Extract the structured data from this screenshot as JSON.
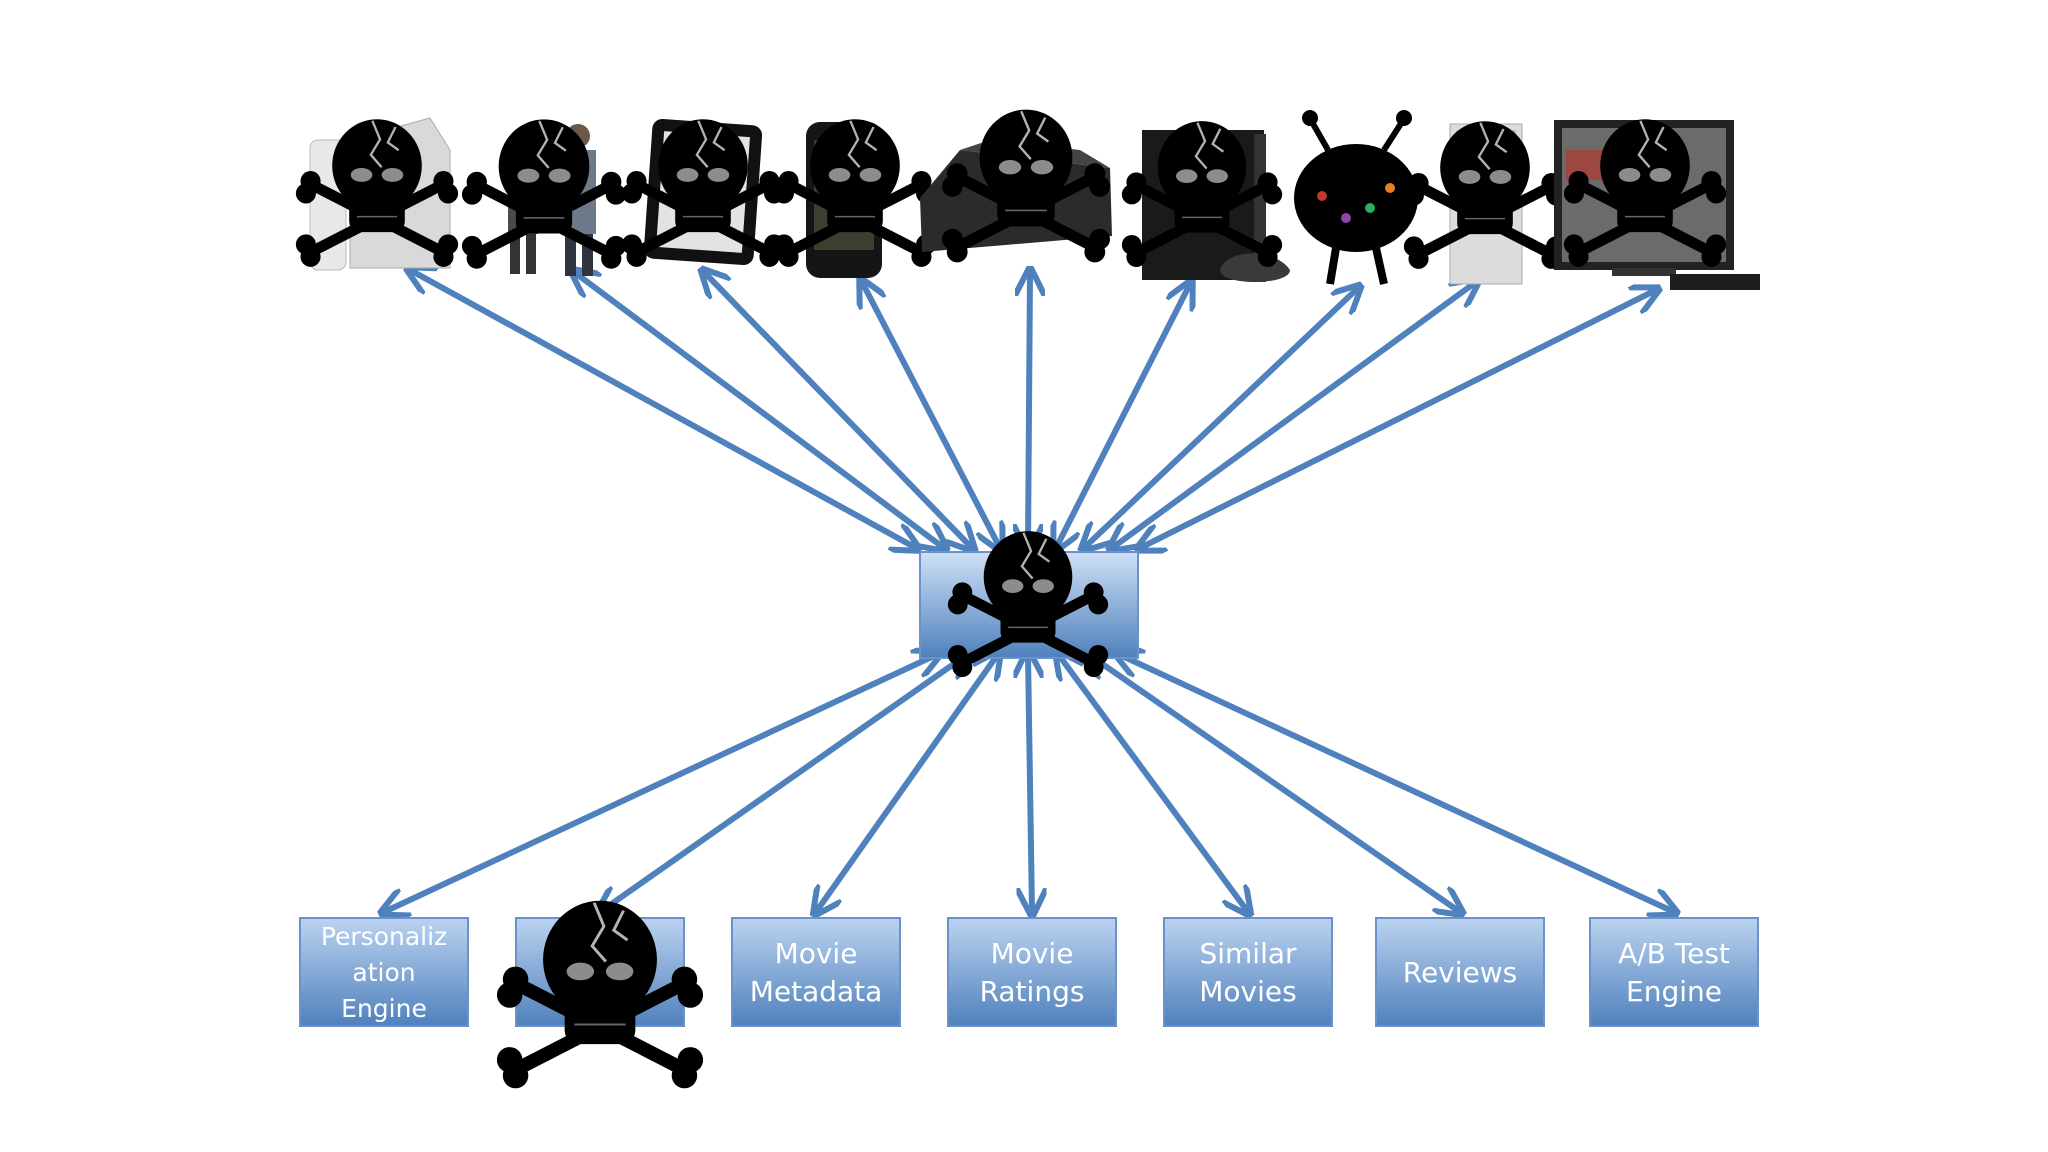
{
  "services": [
    {
      "id": "personalization",
      "lines": [
        "Personaliz",
        "ation",
        "Engine"
      ],
      "failed": false
    },
    {
      "id": "service-2",
      "lines": [],
      "failed": true
    },
    {
      "id": "movie-metadata",
      "lines": [
        "Movie",
        "Metadata"
      ],
      "failed": false
    },
    {
      "id": "movie-ratings",
      "lines": [
        "Movie",
        "Ratings"
      ],
      "failed": false
    },
    {
      "id": "similar-movies",
      "lines": [
        "Similar",
        "Movies"
      ],
      "failed": false
    },
    {
      "id": "reviews",
      "lines": [
        "Reviews"
      ],
      "failed": false
    },
    {
      "id": "ab-test",
      "lines": [
        "A/B Test",
        "Engine"
      ],
      "failed": false
    }
  ],
  "devices": [
    {
      "id": "wii",
      "icon": "game-console-icon"
    },
    {
      "id": "people",
      "icon": "people-icon"
    },
    {
      "id": "tablet",
      "icon": "tablet-icon"
    },
    {
      "id": "phone",
      "icon": "smartphone-icon"
    },
    {
      "id": "set-top-box",
      "icon": "set-top-box-icon"
    },
    {
      "id": "ps3",
      "icon": "game-console-icon"
    },
    {
      "id": "bug",
      "icon": "bug-icon"
    },
    {
      "id": "xbox",
      "icon": "game-console-icon"
    },
    {
      "id": "tv",
      "icon": "tv-icon"
    }
  ],
  "colors": {
    "arrow": "#4f81bd",
    "box_top": "#bcd3f0",
    "box_bottom": "#4f81bd",
    "box_border": "#6b93c9",
    "skull": "#000000"
  }
}
